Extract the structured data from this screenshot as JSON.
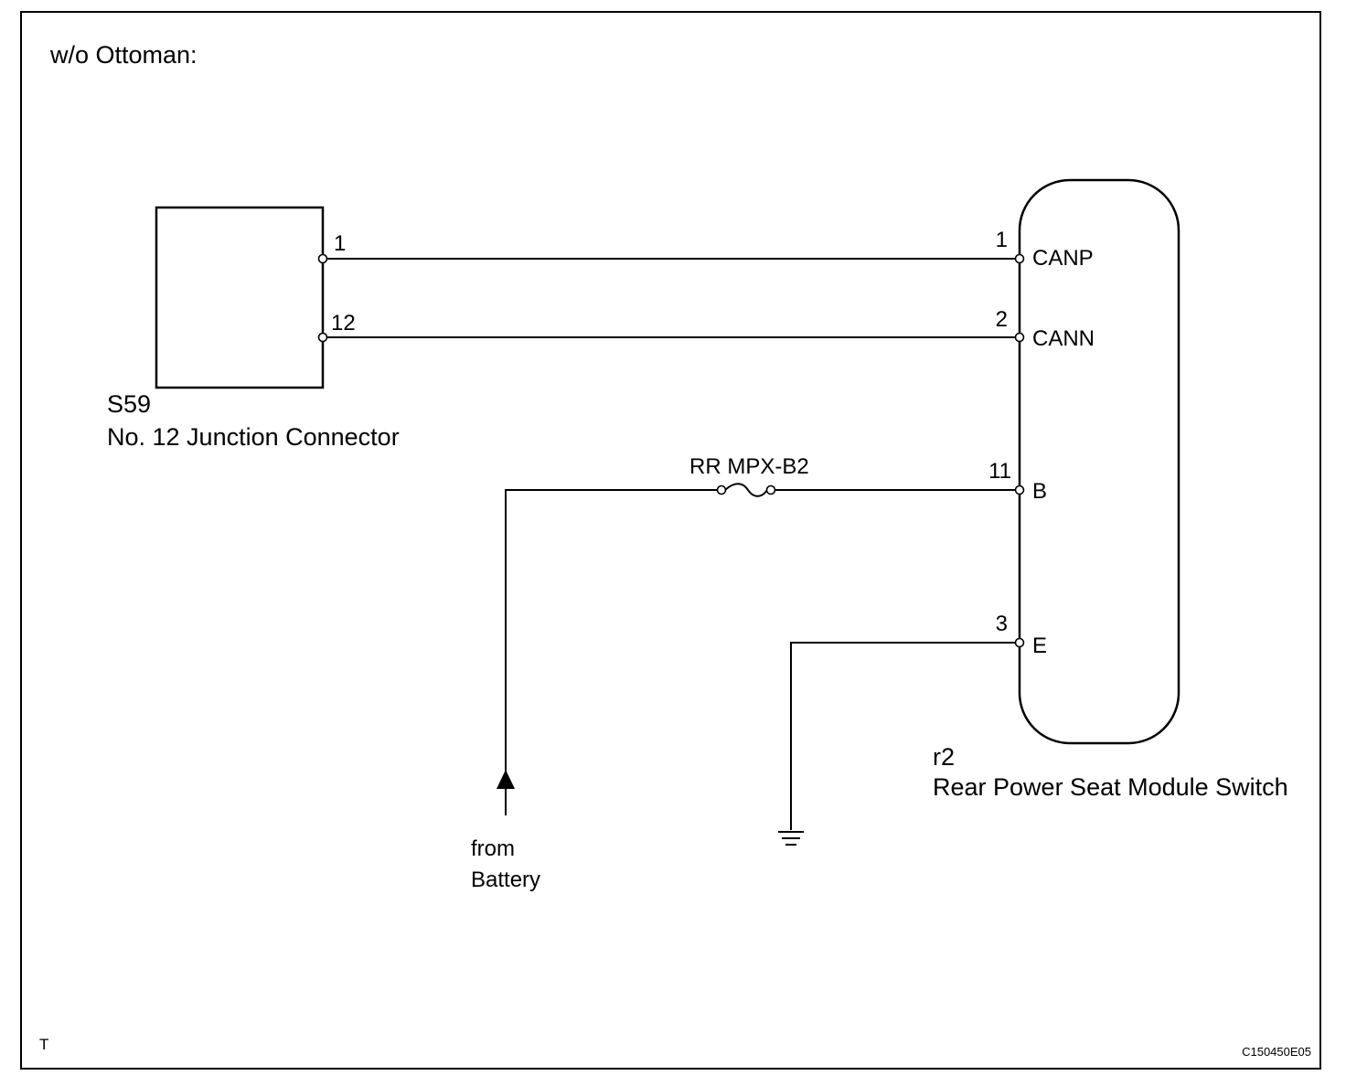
{
  "title": "w/o Ottoman:",
  "connector_s59": {
    "code": "S59",
    "name": "No. 12 Junction Connector",
    "pins": [
      "1",
      "12"
    ]
  },
  "module_r2": {
    "code": "r2",
    "name": "Rear Power Seat Module Switch",
    "pins": [
      {
        "num": "1",
        "signal": "CANP"
      },
      {
        "num": "2",
        "signal": "CANN"
      },
      {
        "num": "11",
        "signal": "B"
      },
      {
        "num": "3",
        "signal": "E"
      }
    ]
  },
  "fuse": {
    "label": "RR MPX-B2"
  },
  "battery_source": {
    "line1": "from",
    "line2": "Battery"
  },
  "corner_mark": "T",
  "figure_code": "C150450E05"
}
